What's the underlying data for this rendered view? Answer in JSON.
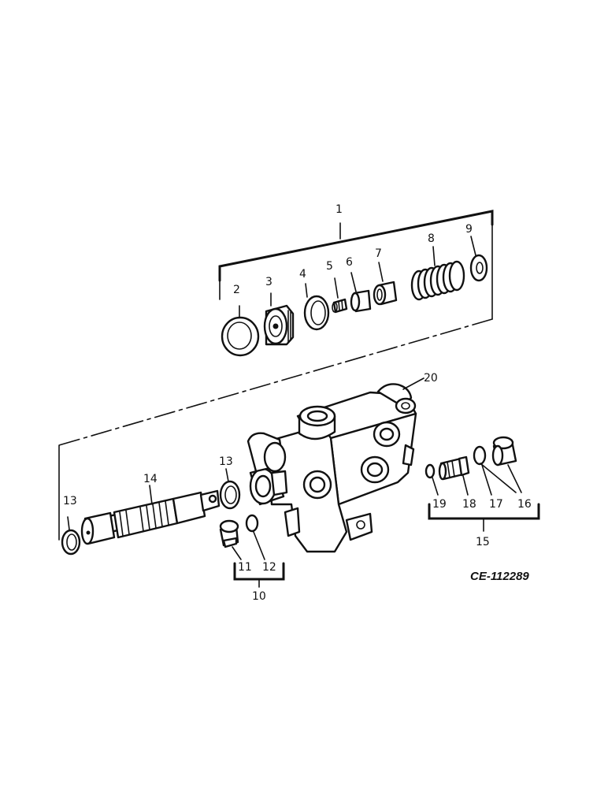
{
  "diagram": {
    "reference_code": "CE-112289",
    "callouts": {
      "c1": "1",
      "c2": "2",
      "c3": "3",
      "c4": "4",
      "c5": "5",
      "c6": "6",
      "c7": "7",
      "c8": "8",
      "c9": "9",
      "c10": "10",
      "c11": "11",
      "c12": "12",
      "c13a": "13",
      "c13b": "13",
      "c14": "14",
      "c15": "15",
      "c16": "16",
      "c17": "17",
      "c18": "18",
      "c19": "19",
      "c20": "20"
    },
    "colors": {
      "ink": "#111111",
      "paper": "#ffffff"
    }
  }
}
